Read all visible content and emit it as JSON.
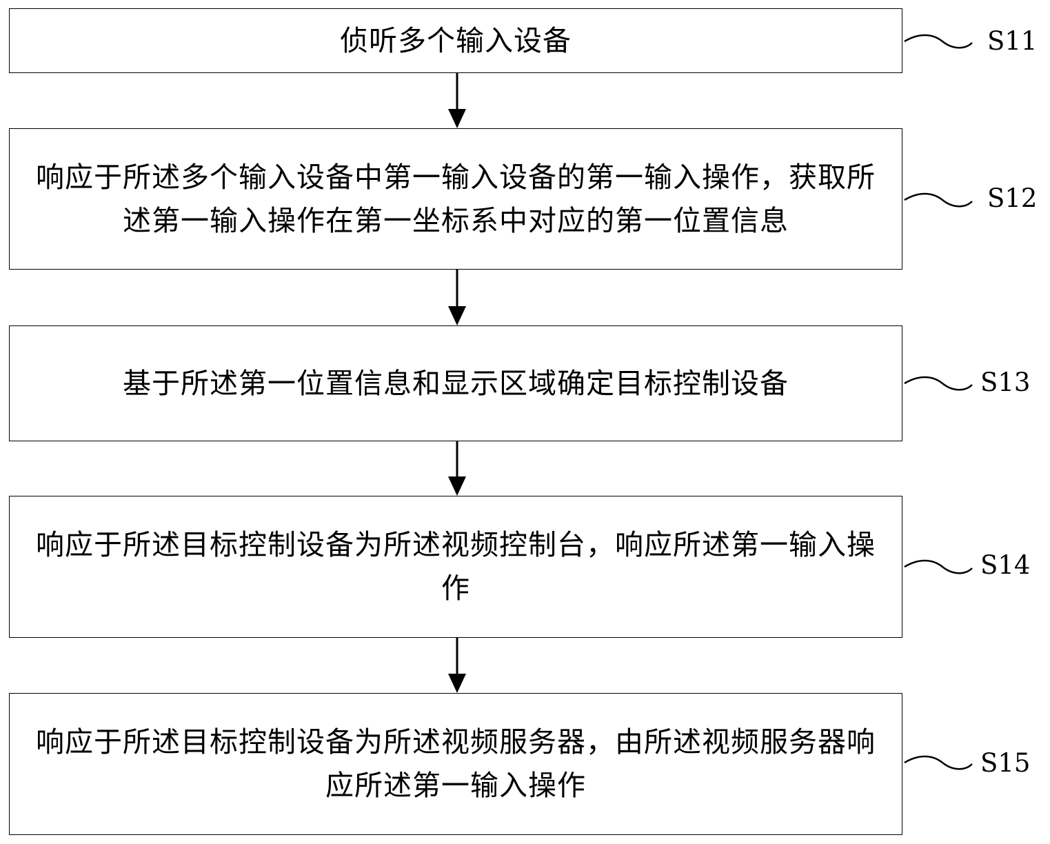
{
  "steps": [
    {
      "id": "S11",
      "label": "S11",
      "text": "侦听多个输入设备"
    },
    {
      "id": "S12",
      "label": "S12",
      "text": "响应于所述多个输入设备中第一输入设备的第一输入操作，获取所述第一输入操作在第一坐标系中对应的第一位置信息"
    },
    {
      "id": "S13",
      "label": "S13",
      "text": "基于所述第一位置信息和显示区域确定目标控制设备"
    },
    {
      "id": "S14",
      "label": "S14",
      "text": "响应于所述目标控制设备为所述视频控制台，响应所述第一输入操作"
    },
    {
      "id": "S15",
      "label": "S15",
      "text": "响应于所述目标控制设备为所述视频服务器，由所述视频服务器响应所述第一输入操作"
    }
  ]
}
